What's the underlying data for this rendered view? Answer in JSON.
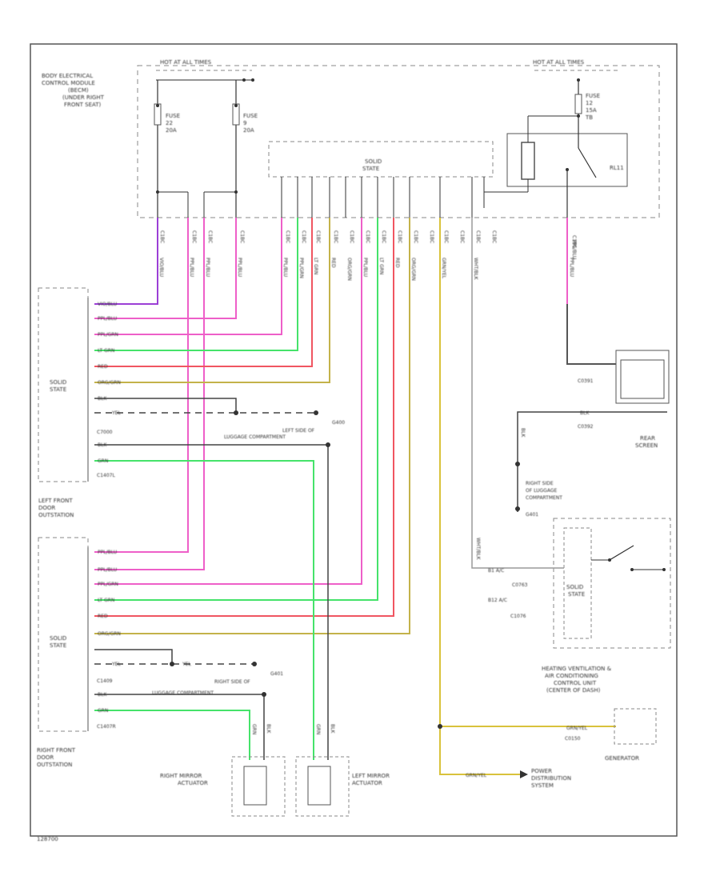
{
  "page": {
    "figure_id": "128700"
  },
  "top_bar_left": "HOT AT ALL TIMES",
  "top_bar_right": "HOT AT ALL TIMES",
  "control_module": {
    "lines": [
      "BODY ELECTRICAL",
      "CONTROL MODULE",
      "(BECM)",
      "(UNDER RIGHT",
      "FRONT SEAT)"
    ]
  },
  "fuses": {
    "fuse_a": [
      "FUSE",
      "22",
      "20A"
    ],
    "fuse_b": [
      "FUSE",
      "9",
      "20A"
    ],
    "fuse_c": [
      "FUSE",
      "12",
      "15A",
      "TB"
    ]
  },
  "relay_label": "RL11",
  "solid_state_top": [
    "SOLID",
    "STATE"
  ],
  "top_pins": [
    "C1BC",
    "C1BC",
    "C1BC",
    "C1BC",
    "C1BC",
    "C1BC",
    "C1BC",
    "C1BC",
    "C1BC",
    "C1BC",
    "C1BC",
    "C1BC",
    "C1BC",
    "C1BC",
    "C1BC",
    "C1BC",
    "C1BC",
    "C1BC"
  ],
  "relay_pin": "C1BG",
  "vert_wires": [
    "VIO/BLU",
    "PPL/BLU",
    "PPL/BLU",
    "PPL/BLU",
    "PPL/BLU",
    "PPL/GRN",
    "LT GRN",
    "RED",
    "ORG/GRN",
    "PPL/BLU",
    "LT GRN",
    "RED",
    "ORG/GRN",
    "GRN/YEL",
    "WHT/BLK",
    "PPL/BLU"
  ],
  "left_door": {
    "title": [
      "LEFT FRONT",
      "DOOR",
      "OUTSTATION"
    ],
    "state": [
      "SOLID",
      "STATE"
    ],
    "connectors": [
      "C7000",
      "C1407L"
    ],
    "wires": [
      "VIO/BLU",
      "PPL/BLU",
      "PPL/GRN",
      "LT GRN",
      "RED",
      "ORG/GRN",
      "BLK",
      "YEL",
      "BLK",
      "BLK",
      "GRN"
    ]
  },
  "right_door": {
    "title": [
      "RIGHT FRONT",
      "DOOR",
      "OUTSTATION"
    ],
    "state": [
      "SOLID",
      "STATE"
    ],
    "connectors": [
      "C1409",
      "C1407R"
    ],
    "wires": [
      "PPL/BLU",
      "PPL/BLU",
      "PPL/GRN",
      "LT GRN",
      "RED",
      "ORG/GRN",
      "YEL",
      "YEL",
      "BLK",
      "GRN"
    ]
  },
  "grounds": {
    "left": [
      "G400",
      "LEFT SIDE OF",
      "LUGGAGE COMPARTMENT"
    ],
    "right": [
      "G401",
      "RIGHT SIDE OF",
      "LUGGAGE COMPARTMENT"
    ],
    "rear": [
      "RIGHT SIDE",
      "OF LUGGAGE",
      "COMPARTMENT",
      "G401"
    ]
  },
  "rear_screen": {
    "title": [
      "REAR",
      "SCREEN"
    ],
    "connectors": [
      "C0391",
      "C0392"
    ],
    "wires": [
      "PPL/BLU",
      "BLK",
      "BLK"
    ]
  },
  "hvac": {
    "title": [
      "HEATING VENTILATION &",
      "AIR CONDITIONING",
      "CONTROL UNIT",
      "(CENTER OF DASH)"
    ],
    "state": [
      "SOLID",
      "STATE"
    ],
    "pins": [
      "C0763",
      "C1076"
    ],
    "pin_labels": [
      "B1 A/C",
      "B12 A/C"
    ],
    "wire": "WHT/BLK"
  },
  "generator": {
    "label": "GENERATOR",
    "connector": "C0150",
    "wire": "GRN/YEL"
  },
  "power_dist": {
    "label": [
      "POWER",
      "DISTRIBUTION",
      "SYSTEM"
    ],
    "wire": "GRN/YEL"
  },
  "mirrors": {
    "right": [
      "RIGHT MIRROR",
      "ACTUATOR"
    ],
    "left": [
      "LEFT MIRROR",
      "ACTUATOR"
    ],
    "wires": [
      "GRN",
      "BLK",
      "GRN",
      "BLK"
    ]
  },
  "colors": {
    "violet": "#9b3fd6",
    "pink": "#ee5fc8",
    "green": "#45e36a",
    "red": "#f05561",
    "olive": "#c4b24a",
    "yellow": "#d9c23b",
    "black": "#333333",
    "gray": "#9a9a9a"
  }
}
